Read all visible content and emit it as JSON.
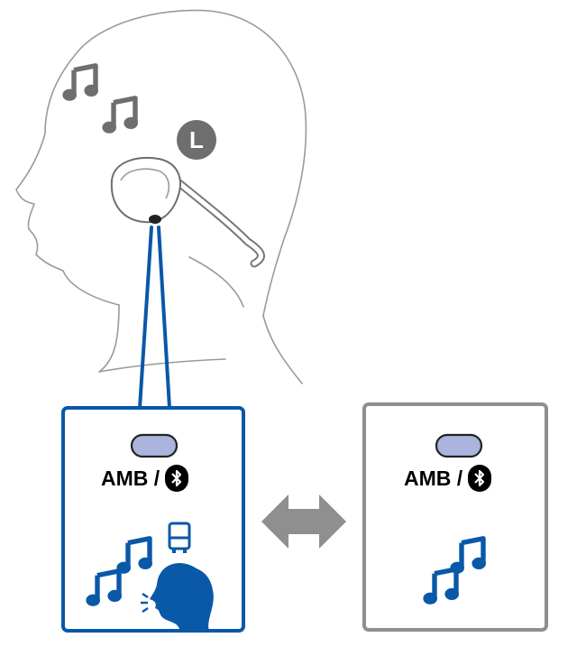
{
  "head_badge": {
    "letter": "L"
  },
  "panel_active": {
    "label": "AMB /"
  },
  "panel_inactive": {
    "label": "AMB /"
  },
  "icons": {
    "head": "head-profile-icon",
    "earphone": "neckband-earphone-icon",
    "note": "music-note-icon",
    "bus": "bus-icon",
    "speaking": "speaking-person-icon",
    "arrow": "double-arrow-icon",
    "bluetooth": "bluetooth-icon"
  },
  "colors": {
    "blue": "#0a58a8",
    "panel_gray": "#8f8f8f",
    "arrow_gray": "#8f8f8f",
    "button_fill": "#aab4dc",
    "head_line": "#9a9a9a"
  }
}
